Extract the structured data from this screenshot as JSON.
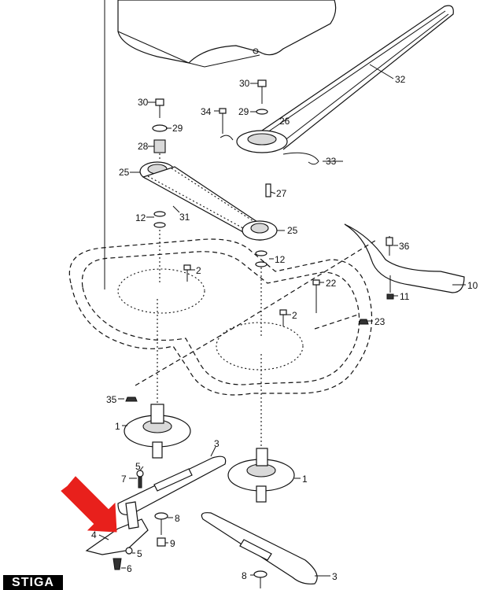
{
  "brand": {
    "logo_text": "STIGA"
  },
  "callouts": [
    {
      "id": "c30a",
      "text": "30"
    },
    {
      "id": "c34",
      "text": "34"
    },
    {
      "id": "c29a",
      "text": "29"
    },
    {
      "id": "c26",
      "text": "26"
    },
    {
      "id": "c32",
      "text": "32"
    },
    {
      "id": "c30b",
      "text": "30"
    },
    {
      "id": "c29b",
      "text": "29"
    },
    {
      "id": "c28",
      "text": "28"
    },
    {
      "id": "c25a",
      "text": "25"
    },
    {
      "id": "c33",
      "text": "33"
    },
    {
      "id": "c27",
      "text": "27"
    },
    {
      "id": "c31",
      "text": "31"
    },
    {
      "id": "c12a",
      "text": "12"
    },
    {
      "id": "c25b",
      "text": "25"
    },
    {
      "id": "c36",
      "text": "36"
    },
    {
      "id": "c2a",
      "text": "2"
    },
    {
      "id": "c12b",
      "text": "12"
    },
    {
      "id": "c22",
      "text": "22"
    },
    {
      "id": "c10",
      "text": "10"
    },
    {
      "id": "c11",
      "text": "11"
    },
    {
      "id": "c2b",
      "text": "2"
    },
    {
      "id": "c23",
      "text": "23"
    },
    {
      "id": "c35",
      "text": "35"
    },
    {
      "id": "c1a",
      "text": "1"
    },
    {
      "id": "c3a",
      "text": "3"
    },
    {
      "id": "c5a",
      "text": "5"
    },
    {
      "id": "c7",
      "text": "7"
    },
    {
      "id": "c1b",
      "text": "1"
    },
    {
      "id": "c8a",
      "text": "8"
    },
    {
      "id": "c4",
      "text": "4"
    },
    {
      "id": "c5b",
      "text": "5"
    },
    {
      "id": "c9",
      "text": "9"
    },
    {
      "id": "c6",
      "text": "6"
    },
    {
      "id": "c8b",
      "text": "8"
    },
    {
      "id": "c3b",
      "text": "3"
    }
  ],
  "highlight": {
    "arrow_color": "#e8201c",
    "target_part": "4"
  }
}
